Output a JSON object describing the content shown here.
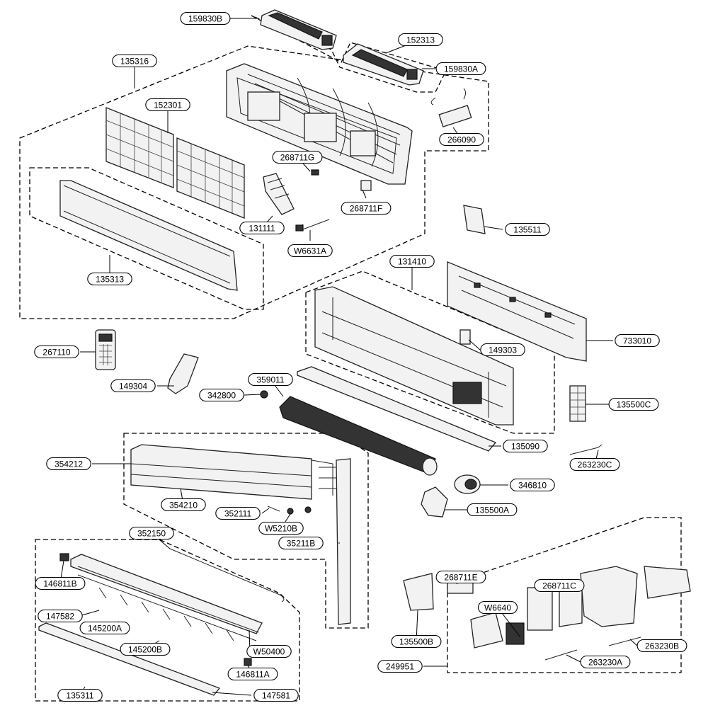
{
  "parts": [
    {
      "id": "p_159830B",
      "label": "159830B",
      "icon": "sensor-housing-icon"
    },
    {
      "id": "p_152313",
      "label": "152313",
      "icon": "sensor-housing-icon"
    },
    {
      "id": "p_159830A",
      "label": "159830A",
      "icon": "sensor-housing-icon"
    },
    {
      "id": "p_135316",
      "label": "135316",
      "icon": "front-panel-assembly-icon"
    },
    {
      "id": "p_152301",
      "label": "152301",
      "icon": "air-filter-icon"
    },
    {
      "id": "p_266090",
      "label": "266090",
      "icon": "power-adapter-icon"
    },
    {
      "id": "p_268711G",
      "label": "268711G",
      "icon": "connector-icon"
    },
    {
      "id": "p_268711F",
      "label": "268711F",
      "icon": "pcb-icon"
    },
    {
      "id": "p_131111",
      "label": "131111",
      "icon": "bracket-icon"
    },
    {
      "id": "p_W6631A",
      "label": "W6631A",
      "icon": "wire-harness-icon"
    },
    {
      "id": "p_135511",
      "label": "135511",
      "icon": "bracket-icon"
    },
    {
      "id": "p_135313",
      "label": "135313",
      "icon": "front-grille-icon"
    },
    {
      "id": "p_131410",
      "label": "131410",
      "icon": "chassis-icon"
    },
    {
      "id": "p_733010",
      "label": "733010",
      "icon": "installation-plate-icon"
    },
    {
      "id": "p_149303",
      "label": "149303",
      "icon": "bracket-icon"
    },
    {
      "id": "p_267110",
      "label": "267110",
      "icon": "remote-control-icon"
    },
    {
      "id": "p_149304",
      "label": "149304",
      "icon": "holder-icon"
    },
    {
      "id": "p_359011",
      "label": "359011",
      "icon": "cross-flow-fan-icon"
    },
    {
      "id": "p_342800",
      "label": "342800",
      "icon": "bearing-icon"
    },
    {
      "id": "p_135500C",
      "label": "135500C",
      "icon": "cover-icon"
    },
    {
      "id": "p_354212",
      "label": "354212",
      "icon": "evaporator-assembly-icon"
    },
    {
      "id": "p_135090",
      "label": "135090",
      "icon": "drain-pan-icon"
    },
    {
      "id": "p_263230C",
      "label": "263230C",
      "icon": "thermistor-icon"
    },
    {
      "id": "p_346810",
      "label": "346810",
      "icon": "fan-motor-icon"
    },
    {
      "id": "p_354210",
      "label": "354210",
      "icon": "evaporator-icon"
    },
    {
      "id": "p_352111",
      "label": "352111",
      "icon": "pipe-icon"
    },
    {
      "id": "p_135500A",
      "label": "135500A",
      "icon": "motor-mount-icon"
    },
    {
      "id": "p_W5210B",
      "label": "W5210B",
      "icon": "valve-cap-icon"
    },
    {
      "id": "p_352150",
      "label": "352150",
      "icon": "drain-hose-icon"
    },
    {
      "id": "p_35211B",
      "label": "35211B",
      "icon": "pipe-icon"
    },
    {
      "id": "p_146811B",
      "label": "146811B",
      "icon": "stepping-motor-icon"
    },
    {
      "id": "p_268711E",
      "label": "268711E",
      "icon": "pcb-icon"
    },
    {
      "id": "p_268711C",
      "label": "268711C",
      "icon": "pcb-icon"
    },
    {
      "id": "p_147582",
      "label": "147582",
      "icon": "louver-link-icon"
    },
    {
      "id": "p_W6640",
      "label": "W6640",
      "icon": "wire-harness-icon"
    },
    {
      "id": "p_145200A",
      "label": "145200A",
      "icon": "vertical-louver-icon"
    },
    {
      "id": "p_145200B",
      "label": "145200B",
      "icon": "vertical-louver-icon"
    },
    {
      "id": "p_W50400",
      "label": "W50400",
      "icon": "wire-harness-icon"
    },
    {
      "id": "p_135500B",
      "label": "135500B",
      "icon": "cover-icon"
    },
    {
      "id": "p_263230B",
      "label": "263230B",
      "icon": "thermistor-icon"
    },
    {
      "id": "p_146811A",
      "label": "146811A",
      "icon": "stepping-motor-icon"
    },
    {
      "id": "p_263230A",
      "label": "263230A",
      "icon": "thermistor-icon"
    },
    {
      "id": "p_249951",
      "label": "249951",
      "icon": "control-box-icon"
    },
    {
      "id": "p_135311",
      "label": "135311",
      "icon": "horizontal-louver-icon"
    },
    {
      "id": "p_147581",
      "label": "147581",
      "icon": "louver-link-icon"
    }
  ]
}
